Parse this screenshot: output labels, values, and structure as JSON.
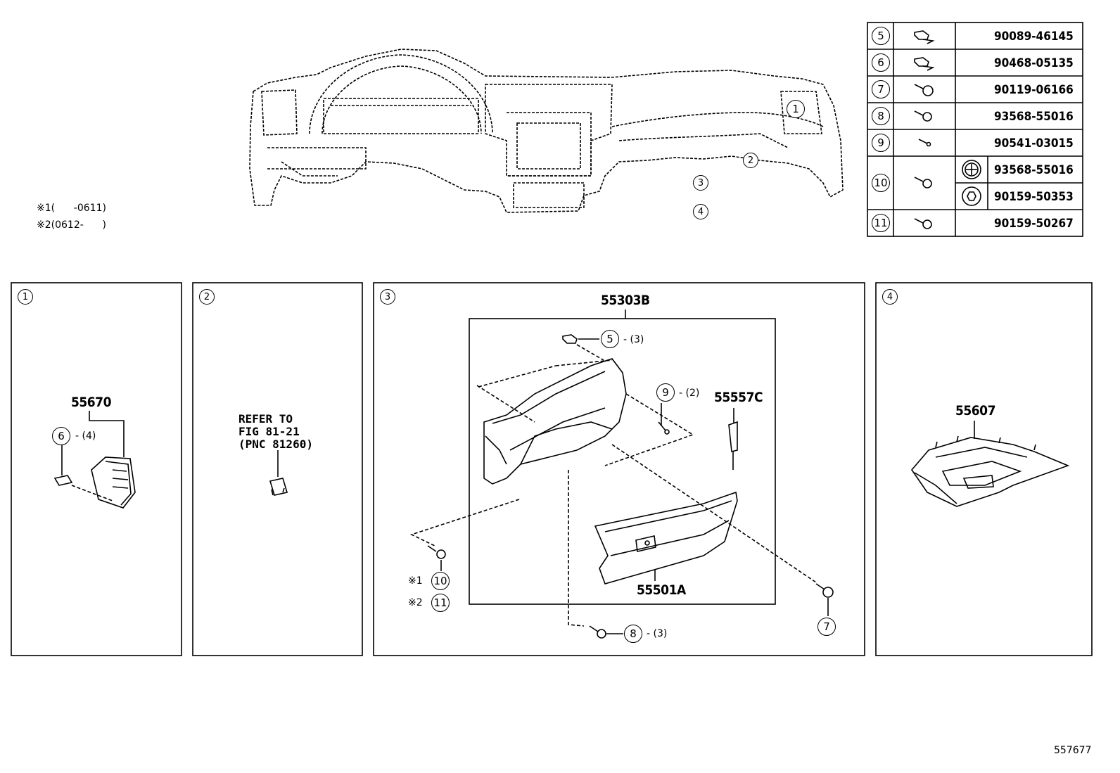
{
  "notes": [
    {
      "mark": "※1",
      "text": "(      -0611)"
    },
    {
      "mark": "※2",
      "text": "(0612-      )"
    }
  ],
  "overview_callouts": [
    "1",
    "2",
    "3",
    "4"
  ],
  "fastener_table": [
    {
      "ref": "5",
      "part": "90089-46145"
    },
    {
      "ref": "6",
      "part": "90468-05135"
    },
    {
      "ref": "7",
      "part": "90119-06166"
    },
    {
      "ref": "8",
      "part": "93568-55016"
    },
    {
      "ref": "9",
      "part": "90541-03015"
    },
    {
      "ref": "10",
      "part": "93568-55016",
      "part_alt": "90159-50353"
    },
    {
      "ref": "11",
      "part": "90159-50267"
    }
  ],
  "panels": [
    {
      "id": "1",
      "part": "55670",
      "callout": "6",
      "qty": "- (4)"
    },
    {
      "id": "2",
      "refer": "REFER TO\nFIG 81-21\n(PNC 81260)"
    },
    {
      "id": "3",
      "assembly": "55303B",
      "parts": [
        "55557C",
        "55501A"
      ],
      "callouts": [
        {
          "ref": "5",
          "qty": "- (3)"
        },
        {
          "ref": "9",
          "qty": "- (2)"
        },
        {
          "ref": "10",
          "mark": "※1"
        },
        {
          "ref": "11",
          "mark": "※2"
        },
        {
          "ref": "8",
          "qty": "- (3)"
        },
        {
          "ref": "7"
        }
      ]
    },
    {
      "id": "4",
      "part": "55607"
    }
  ],
  "diagram_id": "557677"
}
